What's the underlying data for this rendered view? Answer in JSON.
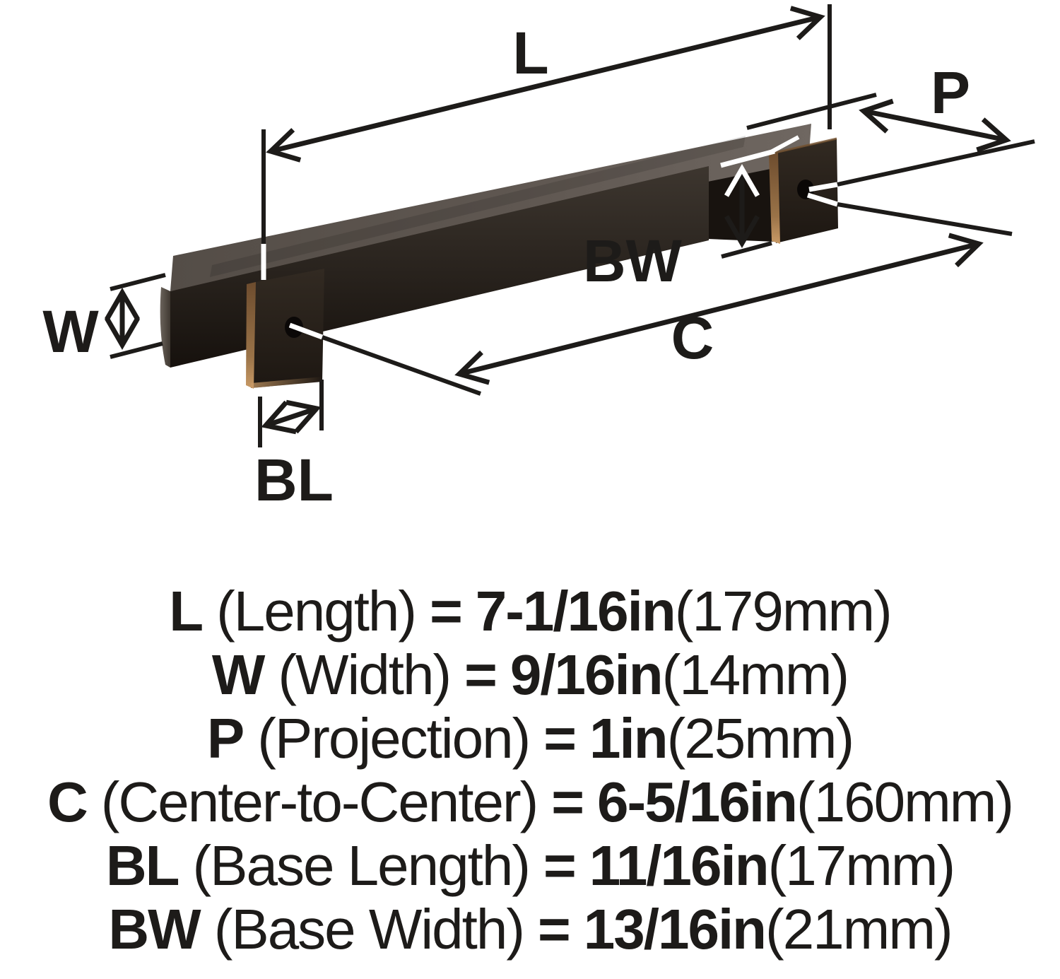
{
  "colors": {
    "ink": "#1d1b19",
    "bar_top_light": "#6f6761",
    "bar_top_dark": "#544d47",
    "bar_front_top": "#3d362f",
    "bar_front_bottom": "#16110d",
    "plate_top": "#322a22",
    "plate_bottom": "#1d1712",
    "bronze_light": "#c99a66",
    "bronze_dark": "#6d4c2e",
    "background": "#ffffff"
  },
  "diagram": {
    "dimension_labels": {
      "length": "L",
      "width": "W",
      "projection": "P",
      "center_to_center": "C",
      "base_length": "BL",
      "base_width": "BW"
    }
  },
  "specs": [
    {
      "symbol": "L",
      "name": "(Length)",
      "equals": "=",
      "value": "7-1/16in",
      "metric": "(179mm)"
    },
    {
      "symbol": "W",
      "name": "(Width)",
      "equals": "=",
      "value": "9/16in",
      "metric": "(14mm)"
    },
    {
      "symbol": "P",
      "name": "(Projection)",
      "equals": "=",
      "value": "1in",
      "metric": "(25mm)"
    },
    {
      "symbol": "C",
      "name": "(Center-to-Center)",
      "equals": "=",
      "value": "6-5/16in",
      "metric": "(160mm)"
    },
    {
      "symbol": "BL",
      "name": "(Base Length)",
      "equals": "=",
      "value": "11/16in",
      "metric": "(17mm)"
    },
    {
      "symbol": "BW",
      "name": "(Base Width)",
      "equals": "=",
      "value": "13/16in",
      "metric": "(21mm)"
    }
  ]
}
